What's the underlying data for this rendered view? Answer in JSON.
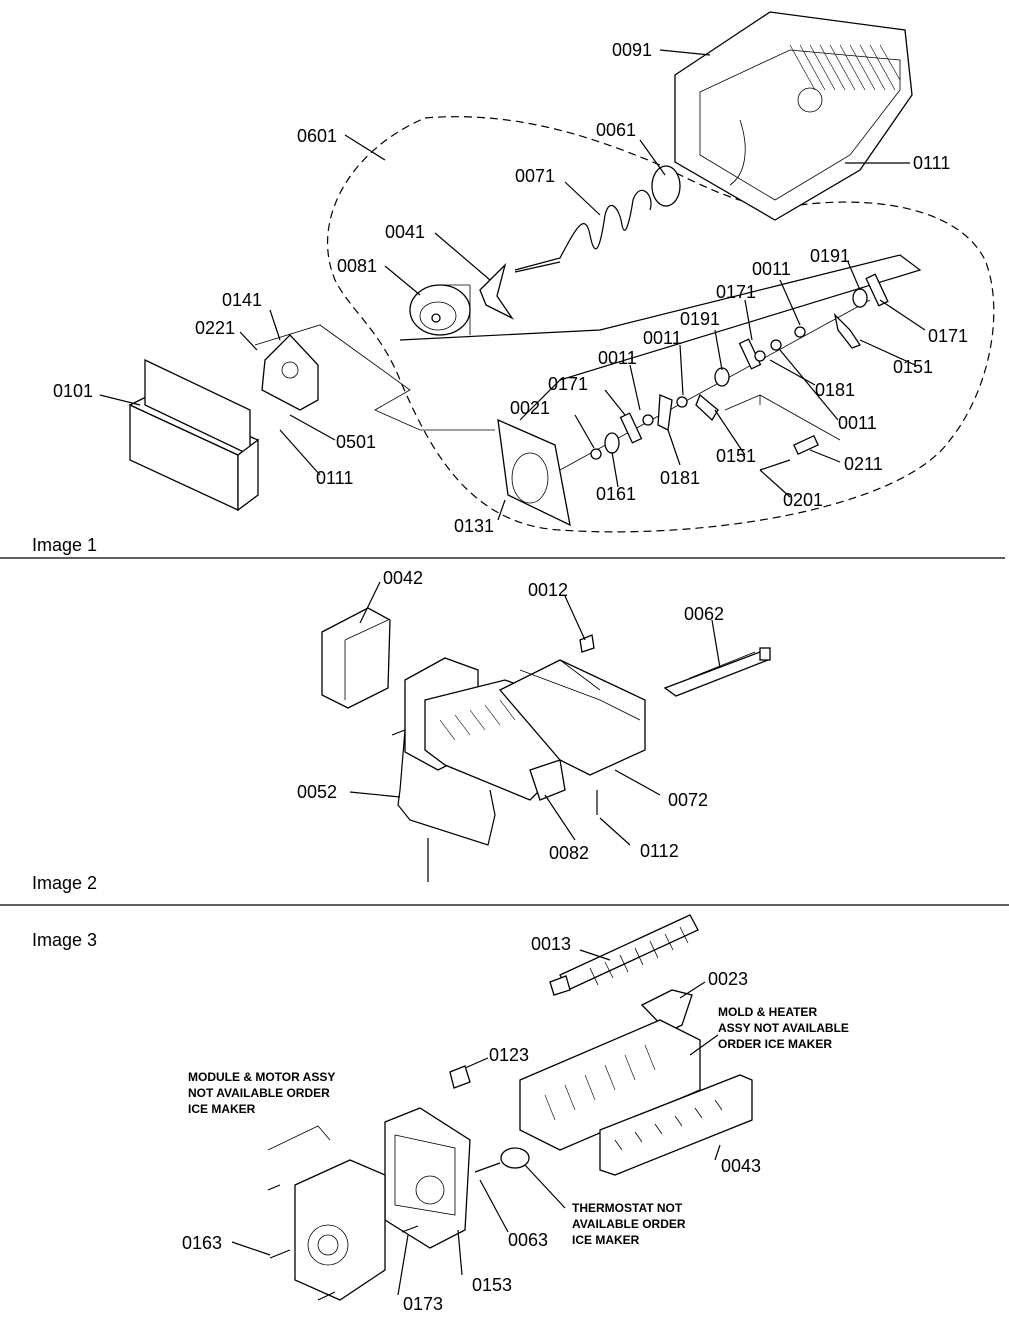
{
  "sections": [
    {
      "title": "Image 1"
    },
    {
      "title": "Image 2"
    },
    {
      "title": "Image 3"
    }
  ],
  "image1": {
    "labels": [
      "0091",
      "0601",
      "0061",
      "0111",
      "0071",
      "0041",
      "0081",
      "0191",
      "0011",
      "0171",
      "0141",
      "0221",
      "0191",
      "0011",
      "0171",
      "0151",
      "0101",
      "0011",
      "0171",
      "0181",
      "0501",
      "0021",
      "0011",
      "0111",
      "0151",
      "0211",
      "0181",
      "0161",
      "0201",
      "0131"
    ]
  },
  "image2": {
    "labels": [
      "0042",
      "0012",
      "0062",
      "0052",
      "0072",
      "0082",
      "0112"
    ]
  },
  "image3": {
    "labels": [
      "0013",
      "0023",
      "0123",
      "0043",
      "0063",
      "0163",
      "0153",
      "0173"
    ],
    "notes": {
      "mold": [
        "MOLD & HEATER",
        "ASSY NOT AVAILABLE",
        "ORDER ICE MAKER"
      ],
      "module": [
        "MODULE & MOTOR ASSY",
        "NOT AVAILABLE ORDER",
        "ICE MAKER"
      ],
      "thermostat": [
        "THERMOSTAT NOT",
        "AVAILABLE ORDER",
        "ICE MAKER"
      ]
    }
  }
}
